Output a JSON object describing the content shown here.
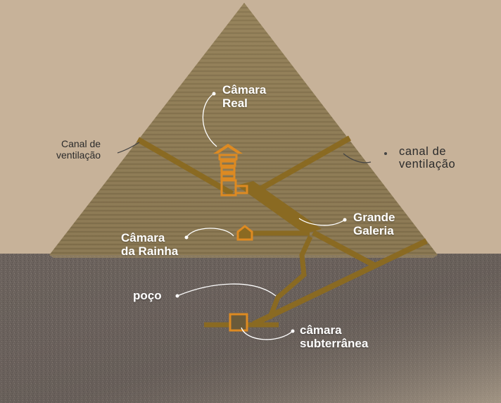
{
  "labels": {
    "camara_real": [
      "Câmara",
      "Real"
    ],
    "canal_left": [
      "Canal de",
      "ventilação"
    ],
    "canal_right": [
      "canal de",
      "ventilação"
    ],
    "grande_galeria": [
      "Grande",
      "Galeria"
    ],
    "camara_rainha": [
      "Câmara",
      "da Rainha"
    ],
    "poco": "poço",
    "camara_subterranea": [
      "câmara",
      "subterrânea"
    ]
  },
  "colors": {
    "background": "#c7b299",
    "pyramid": "#8e7b55",
    "ground": "#6d625c",
    "passage": "#8a6a22",
    "chamber_accent": "#dd8a22"
  }
}
